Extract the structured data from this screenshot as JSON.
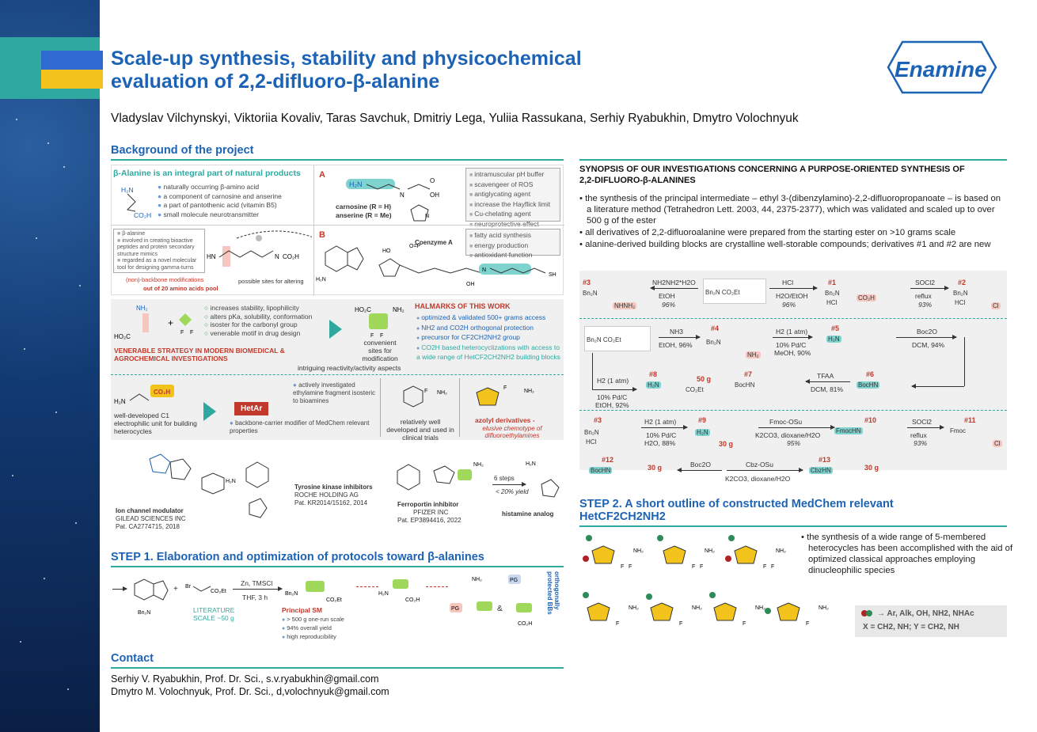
{
  "header": {
    "title_line1": "Scale-up synthesis, stability and physicochemical",
    "title_line2": "evaluation of 2,2-difluoro-β-alanine",
    "logo_text": "Enamine",
    "authors": "Vladyslav Vilchynskyi, Viktoriia Kovaliv, Taras Savchuk, Dmitriy Lega, Yuliia Rassukana, Serhiy Ryabukhin, Dmytro Volochnyuk"
  },
  "background": {
    "heading": "Background of the project",
    "natural_title": "β-Alanine is an integral part of natural products",
    "natural_points": [
      "naturally occurring β-amino acid",
      "a component of carnosine and anserine",
      "a part of pantothenic acid (vitamin B5)",
      "small molecule neurotransmitter"
    ],
    "panel_a_label": "A",
    "carnosine": "carnosine (R = H)",
    "anserine": "anserine (R = Me)",
    "carnosine_roles": [
      "intramuscular pH buffer",
      "scavengeer of ROS",
      "antiglycating agent",
      "increase the Hayflick limit",
      "Cu-chelating agent",
      "neuroprotective effect"
    ],
    "beta_alanine_box": [
      "β-alanine",
      "involved in creating bioactive peptides and protein secondary structure mimics",
      "regarded as a novel molecular tool for designing gamma-turns"
    ],
    "backbone_mod": "(non)-backbone modifications",
    "aa_pool": "out of 20 amino acids pool",
    "altering_sites": "possible sites for altering",
    "panel_b_label": "B",
    "coenzyme": "Coenzyme A",
    "coa_roles": [
      "fatty acid synthesis",
      "energy production",
      "antioxidant function"
    ],
    "fluorine_points": [
      "increases stability, lipophilicity",
      "alters pKa, solubility, conformation",
      "isoster for the carbonyl group",
      "venerable motif in drug design"
    ],
    "venerable": "VENERABLE STRATEGY IN MODERN BIOMEDICAL & AGROCHEMICAL INVESTIGATIONS",
    "convenient": "convenient sites for modification",
    "halmarks_title": "HALMARKS OF THIS WORK",
    "halmarks": [
      "optimized & validated 500+ grams access",
      "NH2 and CO2H orthogonal protection",
      "precursor for CF2CH2NH2 group",
      "CO2H based heterocyclizations with access to a wide range of HetCF2CH2NH2 building blocks"
    ],
    "intriguing": "intriguing reactivity/activity aspects",
    "c1_unit": "well-developed C1 electrophilic unit for building heterocycles",
    "hetar": "HetAr",
    "hetar_points": [
      "actively investigated ethylamine fragment isosteric to bioamines",
      "backbone-carrier modifier of MedChem relevant properties"
    ],
    "clinical": "relatively well developed and used in clinical trials",
    "azolyl": "azolyl derivatives -",
    "elusive": "elusive chemotype of difluoroethylamines",
    "ex1_name": "Ion channel modulator",
    "ex1_co": "GILEAD SCIENCES INC",
    "ex1_pat": "Pat. CA2774715, 2018",
    "ex2_name": "Tyrosine kinase inhibitors",
    "ex2_co": "ROCHE HOLDING AG",
    "ex2_pat": "Pat. KR2014/15162, 2014",
    "ex3_name": "Ferroportin inhibitor",
    "ex3_co": "PFIZER INC",
    "ex3_pat": "Pat. EP3894416, 2022",
    "ex4_steps": "6 steps",
    "ex4_yield": "< 20% yield",
    "ex4_name": "histamine analog"
  },
  "step1": {
    "heading": "STEP 1. Elaboration and optimization of protocols toward β-alanines",
    "reagent": "Zn, TMSCl",
    "cond": "THF, 3 h",
    "literature": "LITERATURE",
    "scale": "SCALE ~50 g",
    "principal": "Principal SM",
    "points": [
      "> 500 g one-run scale",
      "94% overall yield",
      "high reproducibility"
    ],
    "orth": "orthogonally protected BBs",
    "pg": "PG"
  },
  "contact": {
    "heading": "Contact",
    "line1": "Serhiy V. Ryabukhin, Prof. Dr. Sci., s.v.ryabukhin@gmail.com",
    "line2": "Dmytro M. Volochnyuk, Prof. Dr. Sci., d,volochnyuk@gmail.com"
  },
  "synopsis": {
    "heading1": "SYNOPSIS OF OUR INVESTIGATIONS CONCERNING A PURPOSE-ORIENTED SYNTHESIS OF",
    "heading2": "2,2-DIFLUORO-β-ALANINES",
    "points": [
      "the synthesis of the principal intermediate – ethyl 3-(dibenzylamino)-2,2-difluoropropanoate – is based on a literature method (Tetrahedron Lett. 2003, 44, 2375-2377), which was validated and scaled up to over 500 g of the ester",
      "all derivatives of 2,2-difluoroalanine were prepared from the starting ester on >10 grams scale",
      "alanine-derived building blocks are crystalline well-storable compounds; derivatives #1 and #2 are new"
    ]
  },
  "scheme": {
    "row1": {
      "r_left": "NH2NH2*H2O",
      "c_left": "EtOH",
      "y_left": "96%",
      "r_right": "HCl",
      "c_right": "H2O/EtOH",
      "y_right": "96%",
      "r_far": "SOCl2",
      "c_far": "reflux",
      "y_far": "93%"
    },
    "labels": [
      "#3",
      "#1",
      "#2",
      "#4",
      "#5",
      "#6",
      "#7",
      "#8",
      "#9",
      "#10",
      "#11",
      "#12",
      "#13"
    ],
    "row2": {
      "r1": "NH3",
      "c1": "EtOH, 96%",
      "r2": "H2 (1 atm)",
      "c2a": "10% Pd/C",
      "c2b": "MeOH, 90%",
      "r3": "Boc2O",
      "c3": "DCM, 94%",
      "r4": "TFAA",
      "c4": "DCM, 81%",
      "r5": "H2 (1 atm)",
      "c5a": "10% Pd/C",
      "c5b": "EtOH, 92%",
      "amt": "50 g"
    },
    "row3": {
      "r1": "H2 (1 atm)",
      "c1a": "10% Pd/C",
      "c1b": "H2O, 88%",
      "r2": "Fmoc-OSu",
      "c2a": "K2CO3, dioxane/H2O",
      "c2b": "95%",
      "r3": "SOCl2",
      "c3a": "reflux",
      "c3b": "93%",
      "r4": "Boc2O",
      "r5": "Cbz-OSu",
      "c5": "K2CO3, dioxane/H2O",
      "amt": "30 g"
    }
  },
  "step2": {
    "heading1": "STEP 2. A short outline of constructed MedChem relevant",
    "heading2": "HetCF2CH2NH2",
    "text": "the synthesis of a wide range of 5-membered heterocycles has been accomplished with the aid of optimized classical approaches employing dinucleophilic species",
    "legend1": "Ar, Alk, OH, NH2, NHAc",
    "legend2": "X = CH2, NH; Y = CH2, NH"
  }
}
